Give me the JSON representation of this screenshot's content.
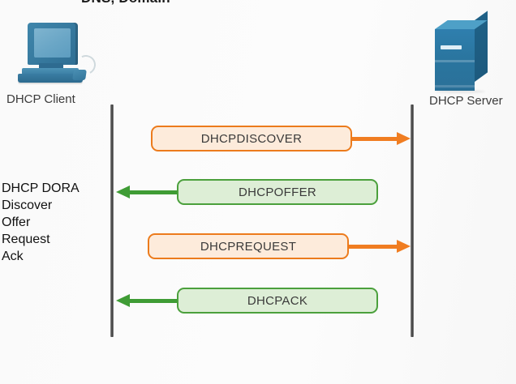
{
  "heading": {
    "text": "DNS, Domain"
  },
  "endpoints": {
    "client": {
      "label": "DHCP Client",
      "icon": "desktop-computer-icon"
    },
    "server": {
      "label": "DHCP Server",
      "icon": "server-tower-icon"
    }
  },
  "notes": {
    "lines": [
      "DHCP DORA",
      "Discover",
      "Offer",
      "Request",
      "Ack"
    ]
  },
  "colors": {
    "orange_border": "#ec7b1c",
    "orange_fill": "#fdebdb",
    "orange_arrow": "#f07d21",
    "green_border": "#4ba03c",
    "green_fill": "#ddeed6",
    "green_arrow": "#3f9c35",
    "lifeline": "#4a4a4a",
    "background": "#fafafa"
  },
  "messages": [
    {
      "label": "DHCPDISCOVER",
      "direction": "client-to-server",
      "color": "orange"
    },
    {
      "label": "DHCPOFFER",
      "direction": "server-to-client",
      "color": "green"
    },
    {
      "label": "DHCPREQUEST",
      "direction": "client-to-server",
      "color": "orange"
    },
    {
      "label": "DHCPACK",
      "direction": "server-to-client",
      "color": "green"
    }
  ]
}
